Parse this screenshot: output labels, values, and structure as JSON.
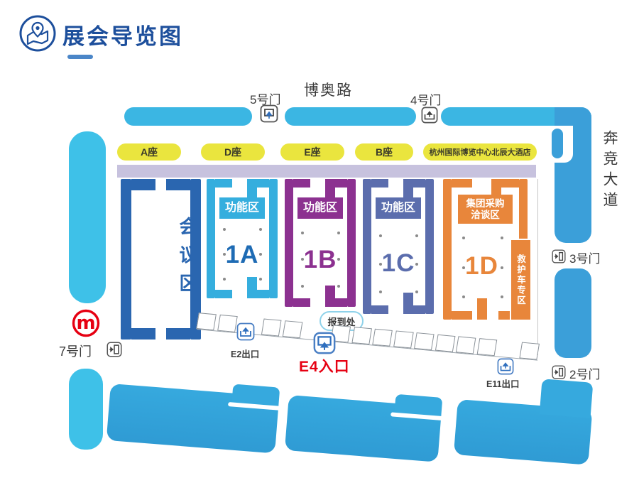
{
  "header": {
    "title": "展会导览图"
  },
  "roads": {
    "top": "博奥路",
    "right": "奔竞大道"
  },
  "gates": {
    "g5": "5号门",
    "g4": "4号门",
    "g3": "3号门",
    "g2": "2号门",
    "g7": "7号门"
  },
  "buildings": {
    "a": "A座",
    "d": "D座",
    "e": "E座",
    "b": "B座",
    "hotel": "杭州国际博览中心北辰大酒店"
  },
  "halls": {
    "conference": {
      "label": "会议区"
    },
    "h1a": {
      "zone": "功能区",
      "num": "1A"
    },
    "h1b": {
      "zone": "功能区",
      "num": "1B"
    },
    "h1c": {
      "zone": "功能区",
      "num": "1C"
    },
    "h1d": {
      "zone_line1": "集团采购",
      "zone_line2": "洽谈区",
      "num": "1D",
      "side": "救护车专区"
    }
  },
  "labels": {
    "checkin": "报到处",
    "e2": "E2出口",
    "e4": "E4入口",
    "e11": "E11出口"
  },
  "colors": {
    "title_blue": "#1d4f9c",
    "road_cyan": "#3bb6e3",
    "road_blue": "#3b9fd9",
    "road_light_cyan": "#3ec1e8",
    "building_yellow": "#eae53e",
    "lavender_band": "#c7c2de",
    "hall_conference": "#2a66b0",
    "hall_1a": "#35aede",
    "hall_1a_number": "#1e6bb4",
    "hall_1b": "#8c3190",
    "hall_1c": "#5b6dad",
    "hall_1d": "#e8863b",
    "entrance_red": "#e60012",
    "metro_red": "#e60012"
  }
}
